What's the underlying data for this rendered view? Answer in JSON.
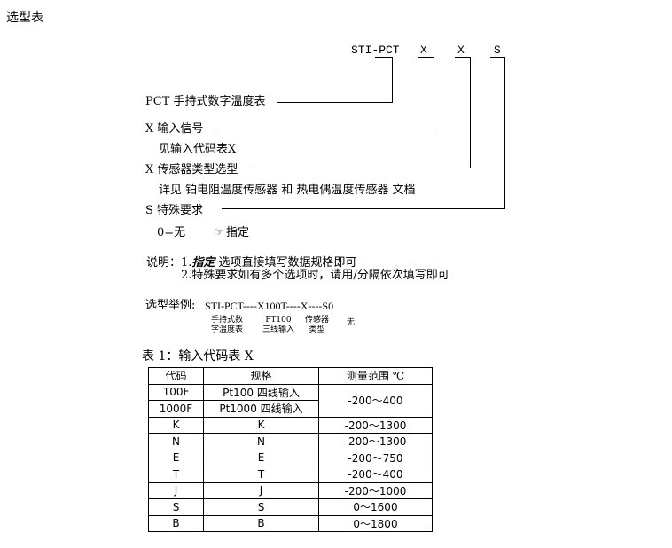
{
  "page": {
    "title": "选型表"
  },
  "selector": {
    "model": "STI-PCT",
    "codes": [
      "X",
      "X",
      "S"
    ],
    "items": [
      {
        "label": "PCT 手持式数字温度表"
      },
      {
        "label": "X 输入信号",
        "note": "见输入代码表X"
      },
      {
        "label": "X 传感器类型选型",
        "note": "详见 铂电阻温度传感器 和 热电偶温度传感器 文档"
      },
      {
        "label": "S 特殊要求",
        "note_zero": "0=无",
        "note_spec": "指定"
      }
    ]
  },
  "explanation": {
    "prefix": "说明：",
    "line1_num": "1.",
    "line1_em": "指定",
    "line1_rest": " 选项直接填写数据规格即可",
    "line2": "2.特殊要求如有多个选项时，请用/分隔依次填写即可"
  },
  "example": {
    "label": "选型举例:",
    "code": "STI-PCT----X100T----X----S0",
    "annotations": [
      {
        "line1": "手持式数",
        "line2": "字温度表"
      },
      {
        "line1": "PT100",
        "line2": "三线输入"
      },
      {
        "line1": "传感器",
        "line2": "类型"
      },
      {
        "line1": "无",
        "line2": ""
      }
    ]
  },
  "table": {
    "caption": "表 1：输入代码表 X",
    "headers": [
      "代码",
      "规格",
      "测量范围 ℃"
    ],
    "rows": [
      {
        "code": "100F",
        "spec": "Pt100 四线输入",
        "range": "-200～400"
      },
      {
        "code": "1000F",
        "spec": "Pt1000 四线输入",
        "range": ""
      },
      {
        "code": "K",
        "spec": "K",
        "range": "-200～1300"
      },
      {
        "code": "N",
        "spec": "N",
        "range": "-200～1300"
      },
      {
        "code": "E",
        "spec": "E",
        "range": "-200～750"
      },
      {
        "code": "T",
        "spec": "T",
        "range": "-200～400"
      },
      {
        "code": "J",
        "spec": "J",
        "range": "-200～1000"
      },
      {
        "code": "S",
        "spec": "S",
        "range": "0～1600"
      },
      {
        "code": "B",
        "spec": "B",
        "range": "0～1800"
      }
    ]
  }
}
